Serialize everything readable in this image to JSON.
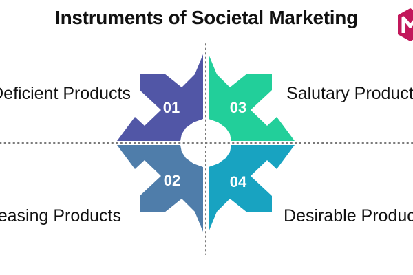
{
  "title": "Instruments of Societal Marketing",
  "logo_icon": "m-hexagon-logo-icon",
  "colors": {
    "quad01": "#5156a6",
    "quad02": "#4f7daa",
    "quad03": "#22cf9a",
    "quad04": "#18a3c1",
    "logo": "#c2185b",
    "divider": "#777777"
  },
  "quadrants": [
    {
      "number": "01",
      "label": "Deficient Products"
    },
    {
      "number": "02",
      "label": "Pleasing Products"
    },
    {
      "number": "03",
      "label": "Salutary Products"
    },
    {
      "number": "04",
      "label": "Desirable Products"
    }
  ]
}
